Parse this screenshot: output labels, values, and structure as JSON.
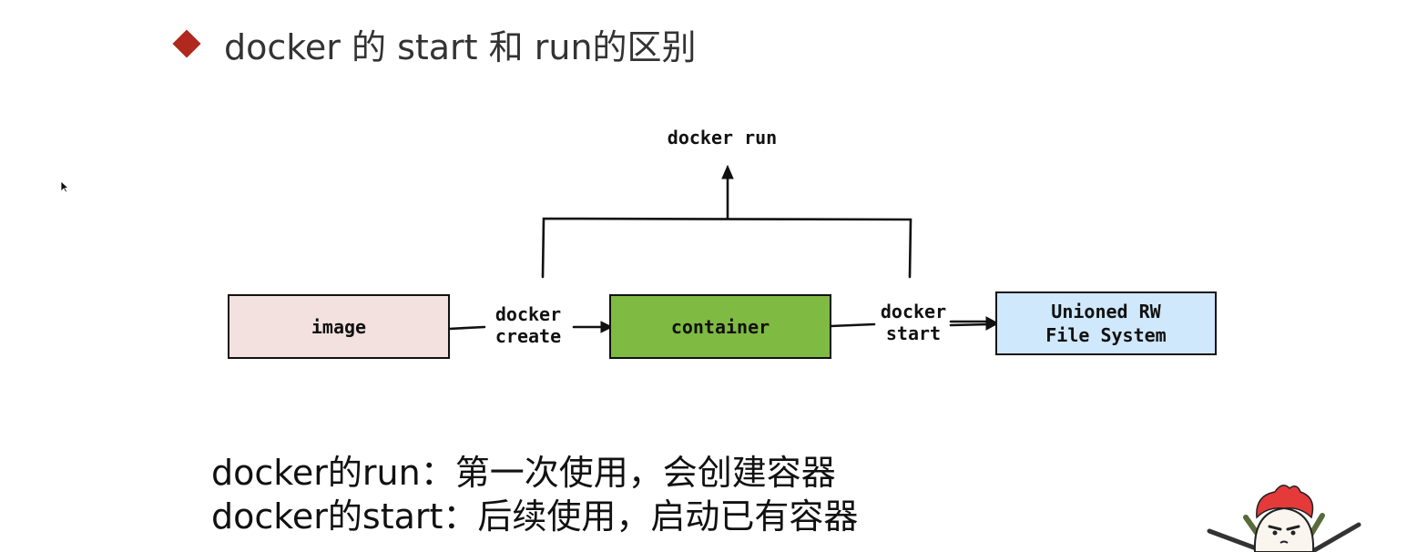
{
  "slide": {
    "title": "docker 的 start 和 run的区别"
  },
  "diagram": {
    "top_label": "docker run",
    "boxes": {
      "image": {
        "label": "image",
        "fill": "#f2e1df"
      },
      "container": {
        "label": "container",
        "fill": "#7fba42"
      },
      "rw_fs": {
        "label": "Unioned RW\nFile System",
        "fill": "#cfe8fb"
      }
    },
    "edges": {
      "create": "docker\ncreate",
      "start": "docker\nstart"
    }
  },
  "notes": {
    "line1": "docker的run：第一次使用，会创建容器",
    "line2": "docker的start：后续使用，启动已有容器"
  },
  "colors": {
    "bullet": "#b0281e",
    "stroke": "#111111"
  },
  "icons": {
    "bullet": "diamond-bullet-icon",
    "cursor": "mouse-cursor-icon",
    "mascot": "mascot-character-icon"
  }
}
